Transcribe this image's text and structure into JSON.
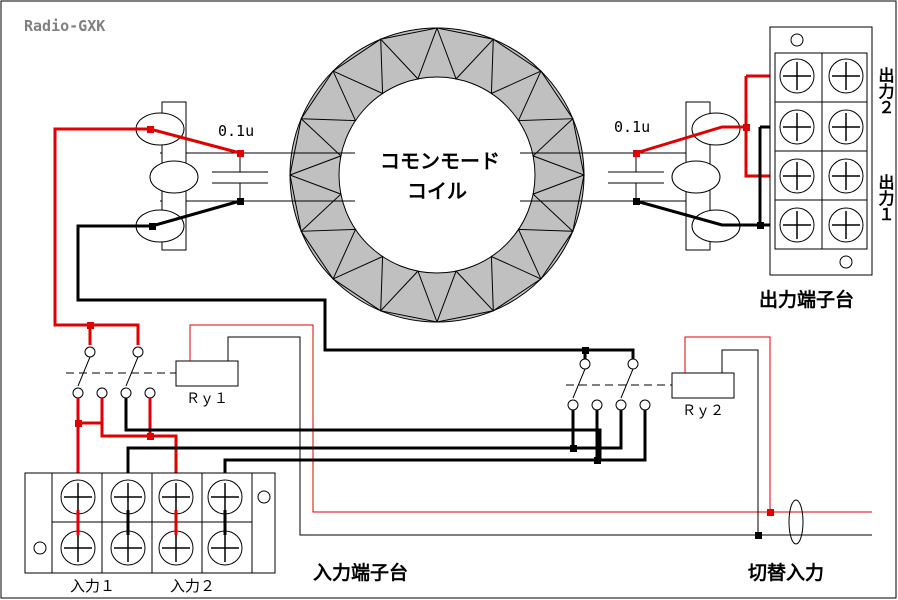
{
  "title": "Radio-GXK",
  "coil_label_line1": "コモンモード",
  "coil_label_line2": "コイル",
  "cap_left_label": "0.1u",
  "cap_right_label": "0.1u",
  "output_terminal_label": "出力端子台",
  "output2_label": "出力２",
  "output1_label": "出力１",
  "input_terminal_label": "入力端子台",
  "input1_label": "入力１",
  "input2_label": "入力２",
  "relay1_label": "Ｒｙ１",
  "relay2_label": "Ｒｙ２",
  "switch_input_label": "切替入力",
  "colors": {
    "signal_hot": "#e00000",
    "signal_gnd": "#000000",
    "core": "#c0c0c0",
    "frame": "#000000"
  }
}
